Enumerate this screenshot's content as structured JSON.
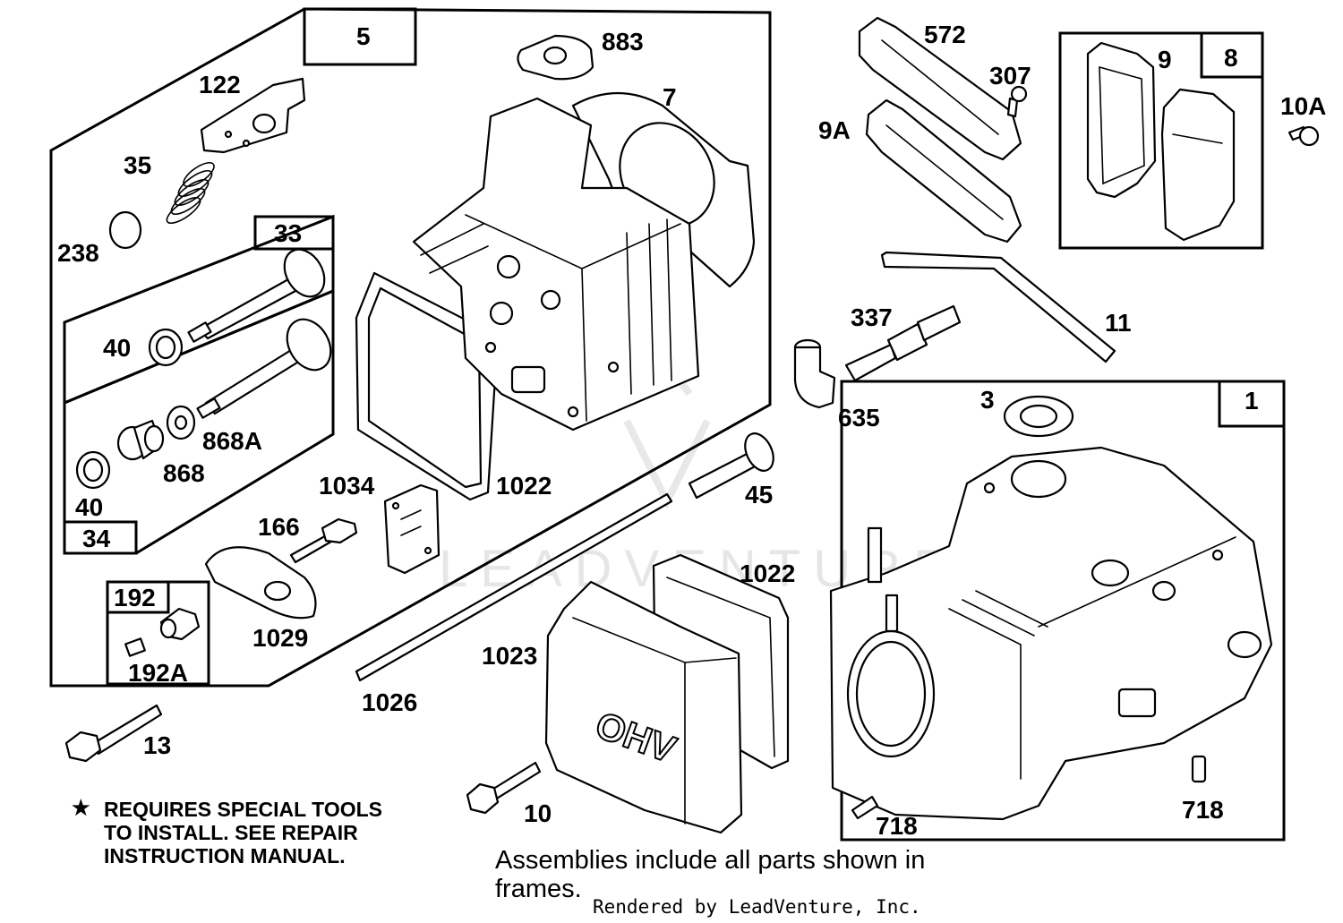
{
  "frames": {
    "f5": "5",
    "f33": "33",
    "f34": "34",
    "f192": "192",
    "f8": "8",
    "f1": "1"
  },
  "callouts": {
    "c883": "883",
    "c122": "122",
    "c7": "7",
    "c35": "35",
    "c238": "238",
    "c40a": "40",
    "c40b": "40",
    "c868A": "868A",
    "c868": "868",
    "c1034": "1034",
    "c1022a": "1022",
    "c1022b": "1022",
    "c166": "166",
    "c1029": "1029",
    "c192A": "192A",
    "c13": "13",
    "c10": "10",
    "c1026": "1026",
    "c1023": "1023",
    "c45": "45",
    "c572": "572",
    "c307": "307",
    "c9A": "9A",
    "c9": "9",
    "c10A": "10A",
    "c11": "11",
    "c337": "337",
    "c635": "635",
    "c3": "3",
    "c718a": "718",
    "c718b": "718"
  },
  "cover_lettering": "OHV",
  "note": {
    "star": "★",
    "line1": "REQUIRES SPECIAL TOOLS",
    "line2": "TO INSTALL.  SEE REPAIR",
    "line3": "INSTRUCTION MANUAL."
  },
  "assemblies": {
    "line1": "Assemblies include all parts shown in",
    "line2": "frames."
  },
  "credit": "Rendered by LeadVenture, Inc.",
  "watermark": "LEADVENTURE"
}
